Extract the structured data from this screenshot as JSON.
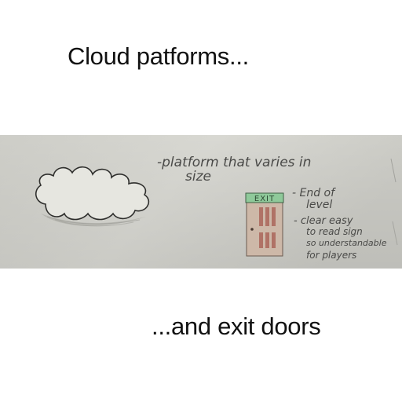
{
  "captions": {
    "top": "Cloud patforms...",
    "bottom": "...and exit doors"
  },
  "sketch": {
    "cloud_note_line1": "-platform that varies in",
    "cloud_note_line2": "size",
    "door_sign": "EXIT",
    "door_notes": [
      "- End of",
      "level",
      "- clear easy",
      "to read sign",
      "so understandable",
      "for players"
    ]
  },
  "colors": {
    "paper": "#dcdcd6",
    "door_fill": "#cdb8a8",
    "door_panel": "#b07266",
    "sign_fill": "#8fc99a",
    "ink": "#4a4a48"
  }
}
